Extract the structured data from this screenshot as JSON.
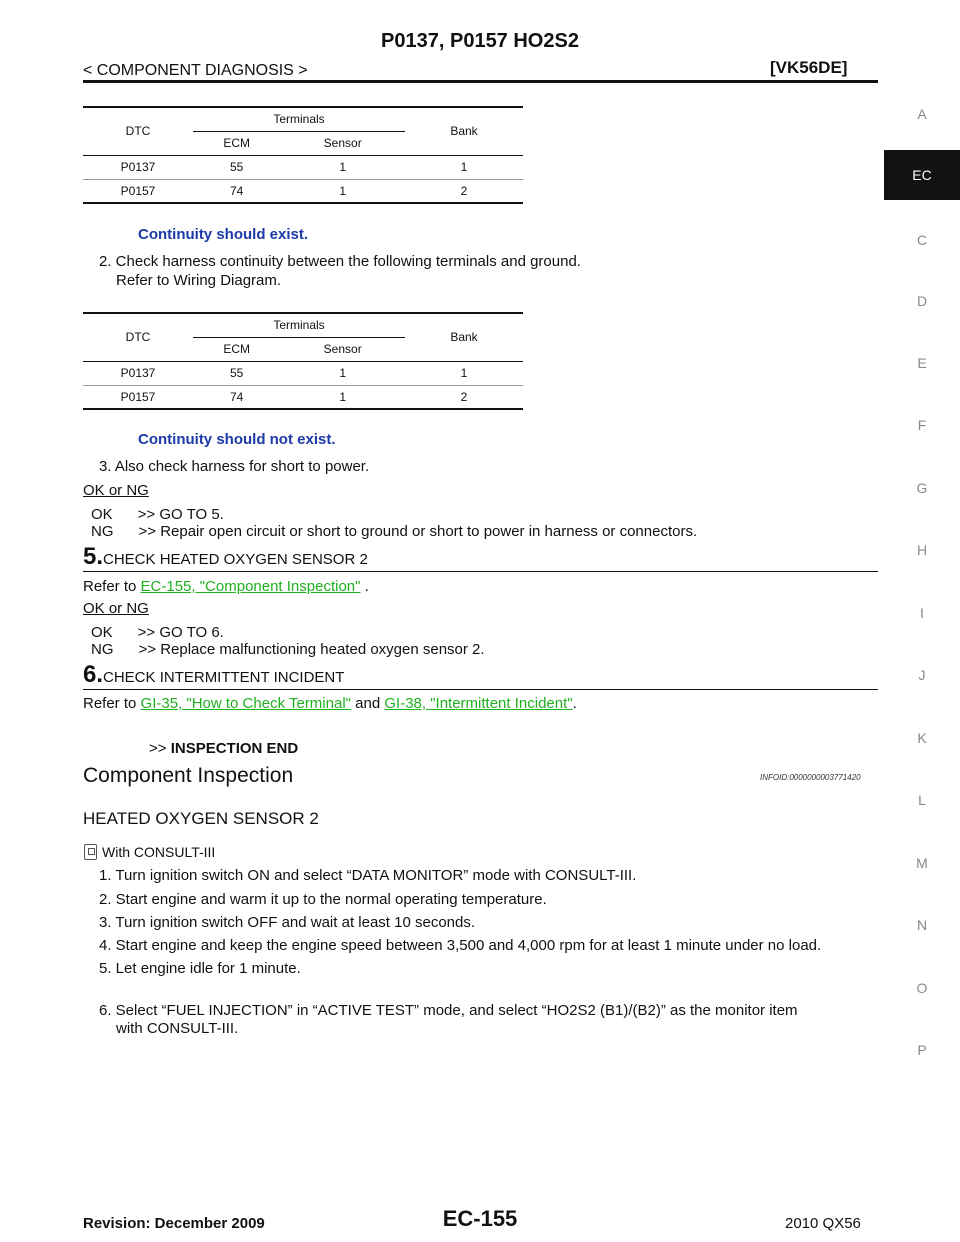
{
  "header": {
    "title": "P0137, P0157 HO2S2",
    "breadcrumb": "< COMPONENT DIAGNOSIS >",
    "engine": "[VK56DE]"
  },
  "side_index": {
    "letters": [
      "A",
      "EC",
      "C",
      "D",
      "E",
      "F",
      "G",
      "H",
      "I",
      "J",
      "K",
      "L",
      "M",
      "N",
      "O",
      "P"
    ],
    "active": "EC"
  },
  "table1": {
    "col_dtc": "DTC",
    "col_terminals": "Terminals",
    "col_bank": "Bank",
    "sub_ecm": "ECM",
    "sub_sensor": "Sensor",
    "rows": [
      [
        "P0137",
        "55",
        "1",
        "1"
      ],
      [
        "P0157",
        "74",
        "1",
        "2"
      ]
    ]
  },
  "note1": "Continuity should exist.",
  "step2": {
    "line1": "2. Check harness continuity between the following terminals and ground.",
    "line2": "Refer to Wiring Diagram."
  },
  "table2": {
    "col_dtc": "DTC",
    "col_terminals": "Terminals",
    "col_bank": "Bank",
    "sub_ecm": "ECM",
    "sub_sensor": "Sensor",
    "rows": [
      [
        "P0137",
        "55",
        "1",
        "1"
      ],
      [
        "P0157",
        "74",
        "1",
        "2"
      ]
    ]
  },
  "note2": "Continuity should not exist.",
  "step3": "3. Also check harness for short to power.",
  "oknga": "OK or NG",
  "ok_a": "OK      >> GO TO 5.",
  "ng_a": "NG      >> Repair open circuit or short to ground or short to power in harness or connectors.",
  "step5": {
    "num": "5.",
    "title": "CHECK HEATED OXYGEN SENSOR 2",
    "refer_prefix": "Refer to ",
    "link": "EC-155, \"Component Inspection\"",
    "refer_suffix": " ."
  },
  "okngb": "OK or NG",
  "ok_b": "OK      >> GO TO 6.",
  "ng_b": "NG      >> Replace malfunctioning heated oxygen sensor 2.",
  "step6": {
    "num": "6.",
    "title": "CHECK INTERMITTENT INCIDENT",
    "refer_prefix": "Refer to ",
    "link1": "GI-35, \"How to Check Terminal\"",
    "and": " and ",
    "link2": "GI-38, \"Intermittent Incident\"",
    "suffix": "."
  },
  "inspection_end": {
    "arrow": ">>",
    "label": "INSPECTION END"
  },
  "component": {
    "title": "Component Inspection",
    "infoid": "INFOID:0000000003771420",
    "subtitle": "HEATED OXYGEN SENSOR 2",
    "consult": "With CONSULT-III",
    "steps": [
      "1. Turn ignition switch ON and select “DATA MONITOR” mode with CONSULT-III.",
      "2. Start engine and warm it up to the normal operating temperature.",
      "3. Turn ignition switch OFF and wait at least 10 seconds.",
      "4. Start engine and keep the engine speed between 3,500 and 4,000 rpm for at least 1 minute under no load.",
      "5. Let engine idle for 1 minute."
    ],
    "step6_line1": "6. Select “FUEL INJECTION” in “ACTIVE TEST” mode, and select “HO2S2 (B1)/(B2)” as the monitor item",
    "step6_line2": "with CONSULT-III."
  },
  "footer": {
    "revision": "Revision: December 2009",
    "page": "EC-155",
    "model": "2010 QX56"
  }
}
